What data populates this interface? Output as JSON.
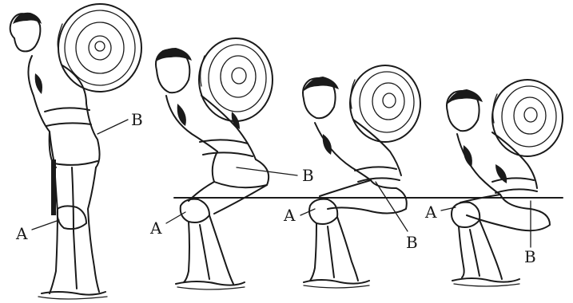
{
  "figures": [
    {
      "id": "standing",
      "knee_label": "A",
      "hip_label": "B"
    },
    {
      "id": "quarter-squat",
      "knee_label": "A",
      "hip_label": "B"
    },
    {
      "id": "parallel-squat",
      "knee_label": "A",
      "hip_label": "B"
    },
    {
      "id": "deep-squat",
      "knee_label": "A",
      "hip_label": "B"
    }
  ],
  "colors": {
    "ink": "#1a1a1a",
    "background": "#ffffff"
  }
}
